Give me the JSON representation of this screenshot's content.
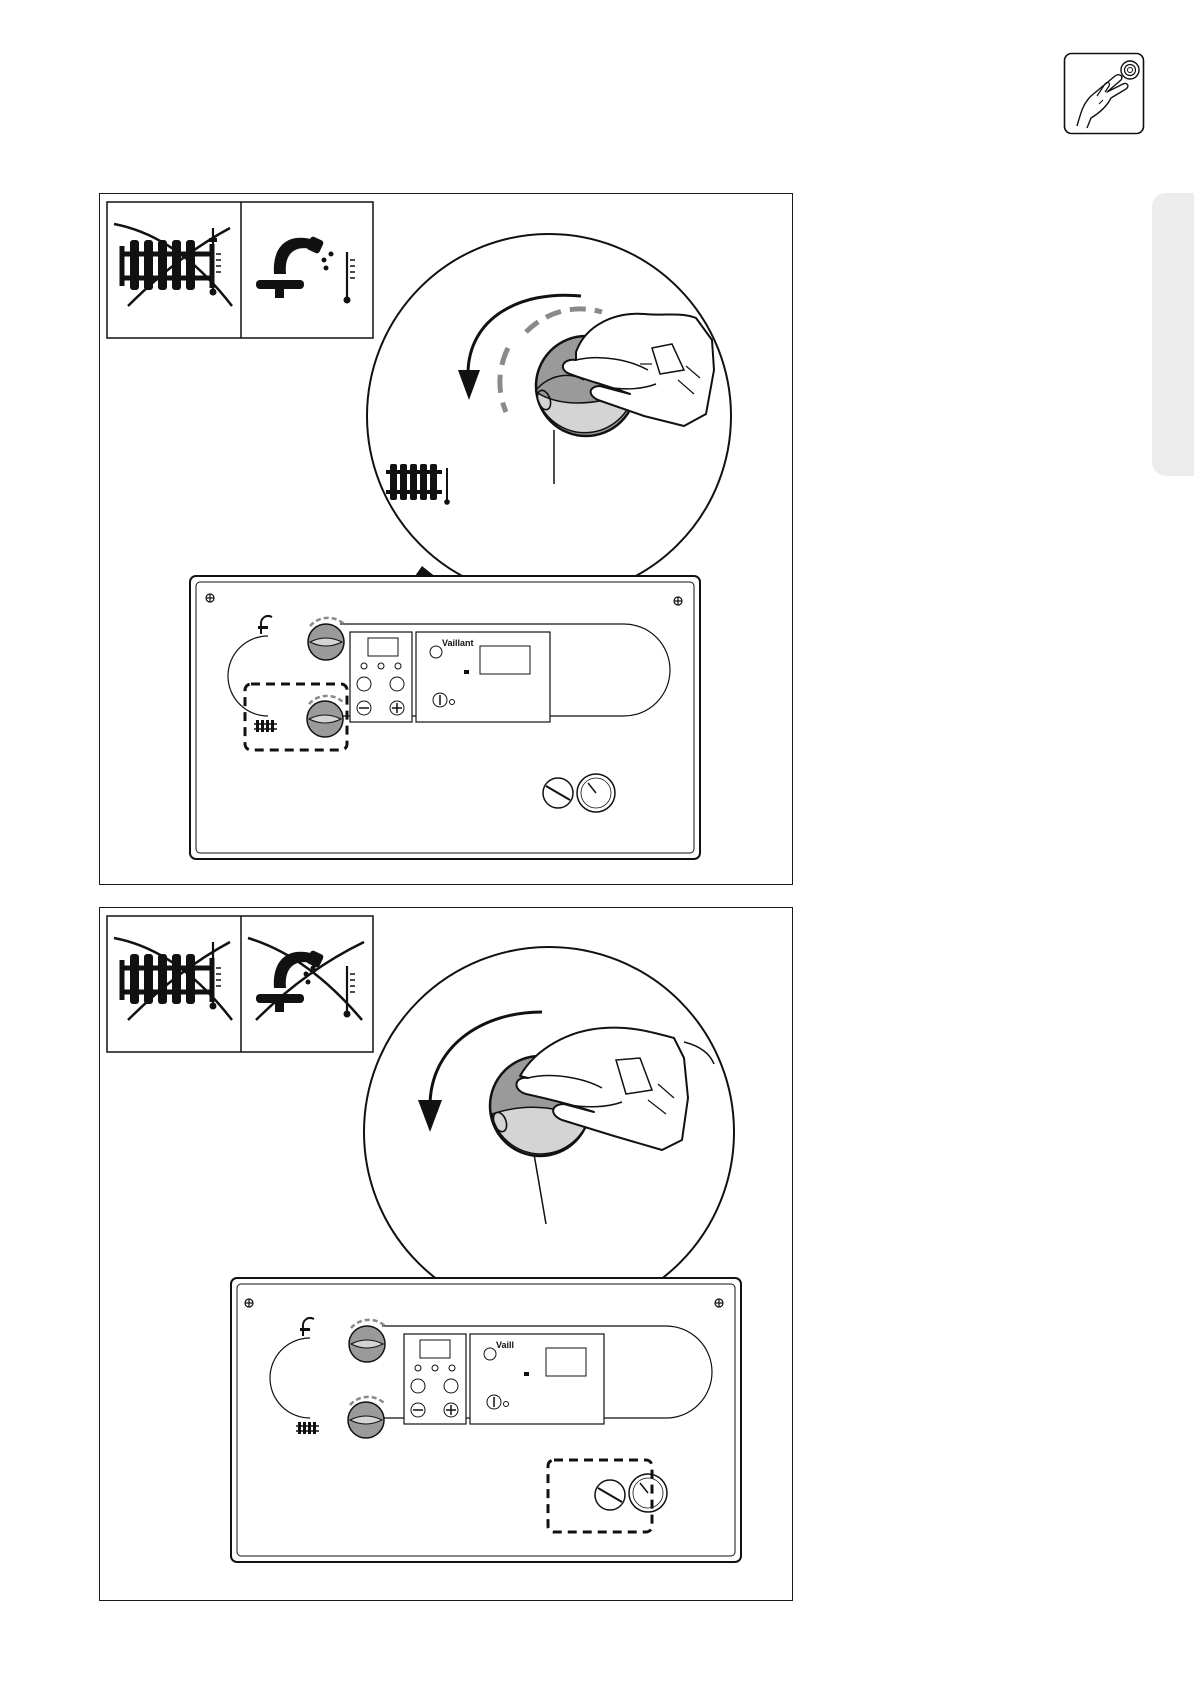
{
  "page": {
    "header_icon": "hand-pressing-button-icon",
    "side_tab": "section-tab"
  },
  "panel_1": {
    "symbols": [
      "radiator-heating-off-icon",
      "hot-water-tap-on-icon"
    ],
    "instruction": "turn-heating-knob-counterclockwise",
    "highlight": "heating-temperature-knob",
    "brand_text": "Vaillant"
  },
  "panel_2": {
    "symbols": [
      "radiator-heating-off-icon",
      "hot-water-tap-off-icon"
    ],
    "instruction": "turn-main-switch-counterclockwise",
    "highlight": "main-switch-knob",
    "brand_text": "Vaill"
  },
  "colors": {
    "line": "#111111",
    "knob_fill": "#9a9a9a",
    "knob_fill_light": "#d4d4d4",
    "dash_gray": "#8a8a8a",
    "tab_gray": "#ececec"
  }
}
